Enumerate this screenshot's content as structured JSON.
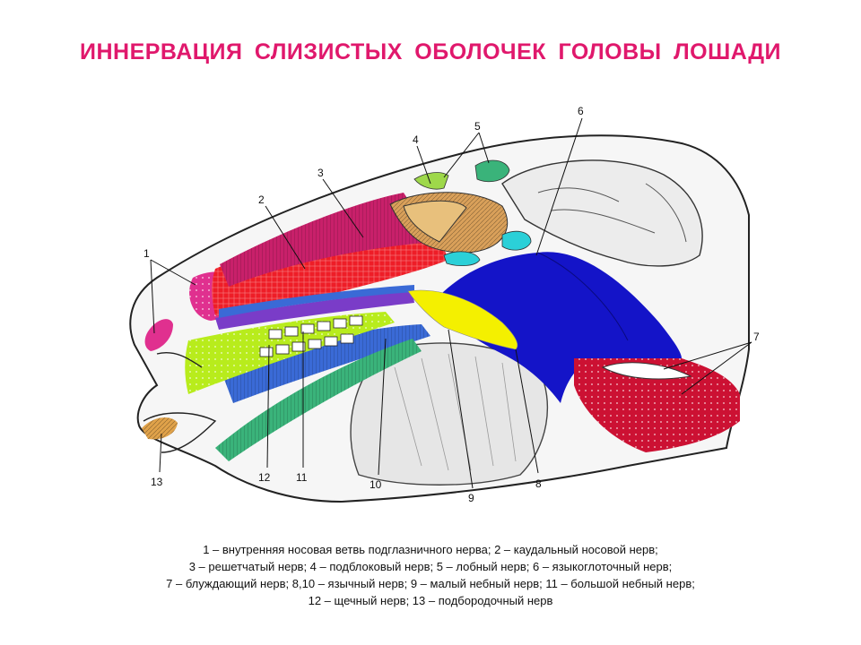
{
  "title": "ИННЕРВАЦИЯ  СЛИЗИСТЫХ  ОБОЛОЧЕК ГОЛОВЫ ЛОШАДИ",
  "colors": {
    "title": "#e0186c",
    "region_1": "#e0308f",
    "region_2": "#ee1d27",
    "region_3": "#c8206a",
    "region_4": "#d9a05a",
    "region_5": "#9ed84a",
    "region_5_cyan": "#2bd0d8",
    "region_6": "#1414c8",
    "region_7": "#cc1133",
    "region_8_10": "#3a6ad6",
    "region_9": "#f4f000",
    "region_11": "#3ab37a",
    "region_12": "#b8ec1c",
    "region_13": "#e0a24a",
    "region_purple": "#7a3cc8"
  },
  "labels": {
    "l1": "1",
    "l2": "2",
    "l3": "3",
    "l4": "4",
    "l5": "5",
    "l6": "6",
    "l7": "7",
    "l8": "8",
    "l9": "9",
    "l10": "10",
    "l11": "11",
    "l12": "12",
    "l13": "13"
  },
  "caption": [
    "1 – внутренняя носовая ветвь подглазничного нерва; 2 – каудальный носовой нерв;",
    "3 – решетчатый нерв; 4 – подблоковый нерв; 5 – лобный нерв; 6 – языкоглоточный нерв;",
    "7 – блуждающий нерв; 8,10 – язычный нерв; 9 – малый небный нерв; 11 – большой небный нерв;",
    "12 – щечный нерв; 13 – подбородочный нерв"
  ]
}
